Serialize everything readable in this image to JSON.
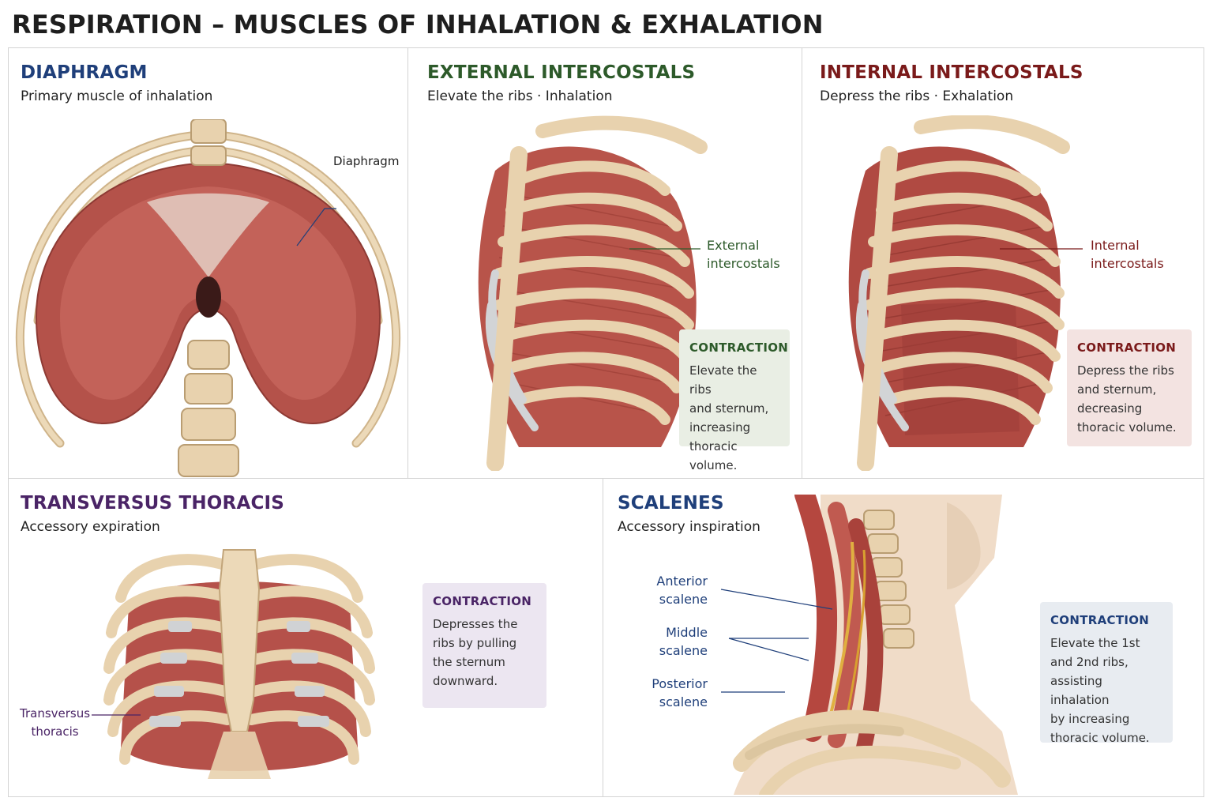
{
  "page": {
    "title": "RESPIRATION – MUSCLES OF INHALATION & EXHALATION"
  },
  "colors": {
    "diaphragm": "#1f3f7a",
    "external": "#2d5a2a",
    "internal": "#7a1a1a",
    "transversus": "#4a2466",
    "scalenes": "#1f3f7a",
    "bone": "#e8d2ae",
    "muscle": "#b9534a"
  },
  "panels": {
    "diaphragm": {
      "title": "DIAPHRAGM",
      "subtitle": "Primary muscle of inhalation",
      "labels": [
        "Diaphragm"
      ]
    },
    "external": {
      "title": "EXTERNAL INTERCOSTALS",
      "subtitle": "Elevate the ribs · Inhalation",
      "label_line1": "External",
      "label_line2": "intercostals",
      "box_title": "CONTRACTION",
      "box_text": "Elevate the ribs\nand sternum,\nincreasing\nthoracic volume."
    },
    "internal": {
      "title": "INTERNAL INTERCOSTALS",
      "subtitle": "Depress the ribs · Exhalation",
      "label_line1": "Internal",
      "label_line2": "intercostals",
      "box_title": "CONTRACTION",
      "box_text": "Depress the ribs\nand sternum,\ndecreasing\nthoracic volume."
    },
    "transversus": {
      "title": "TRANSVERSUS THORACIS",
      "subtitle": "Accessory expiration",
      "label_line1": "Transversus",
      "label_line2": "thoracis",
      "box_title": "CONTRACTION",
      "box_text": "Depresses the\nribs by pulling\nthe sternum\ndownward."
    },
    "scalenes": {
      "title": "SCALENES",
      "subtitle": "Accessory inspiration",
      "labels": [
        {
          "line1": "Anterior",
          "line2": "scalene"
        },
        {
          "line1": "Middle",
          "line2": "scalene"
        },
        {
          "line1": "Posterior",
          "line2": "scalene"
        }
      ],
      "box_title": "CONTRACTION",
      "box_text": "Elevate the 1st\nand 2nd ribs,\nassisting inhalation\nby increasing\nthoracic volume."
    }
  }
}
